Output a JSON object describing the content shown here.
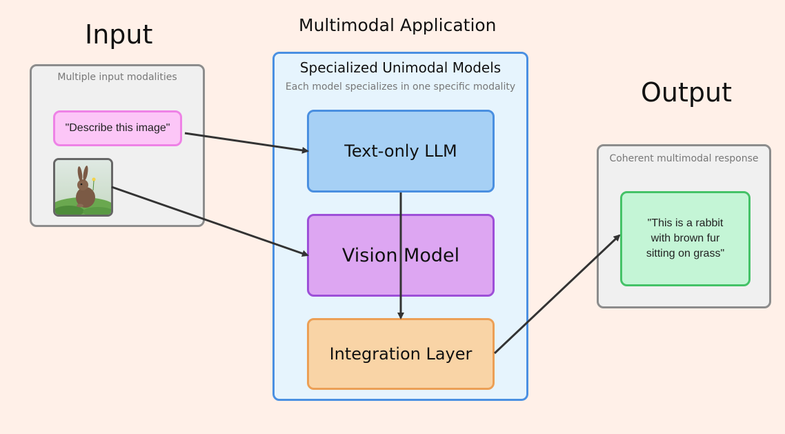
{
  "headings": {
    "input": "Input",
    "application": "Multimodal Application",
    "output": "Output"
  },
  "input_panel": {
    "note": "Multiple input modalities",
    "prompt": "\"Describe this image\""
  },
  "application": {
    "title": "Specialized Unimodal Models",
    "note": "Each model specializes in one specific modality",
    "modules": {
      "text_llm": "Text-only LLM",
      "vision": "Vision Model",
      "integration": "Integration Layer"
    }
  },
  "output_panel": {
    "note": "Coherent multimodal response",
    "response": "\"This is a rabbit with brown fur sitting on grass\""
  },
  "colors": {
    "background": "#fff0e8",
    "prompt_fill": "#fcc6f7",
    "llm_fill": "#a6d0f5",
    "vision_fill": "#dda6f2",
    "integration_fill": "#f9d4a6",
    "response_fill": "#c4f5d6",
    "app_border": "#4a90e2",
    "arrow": "#333333"
  },
  "icons": {
    "input_image": "rabbit-photo"
  }
}
